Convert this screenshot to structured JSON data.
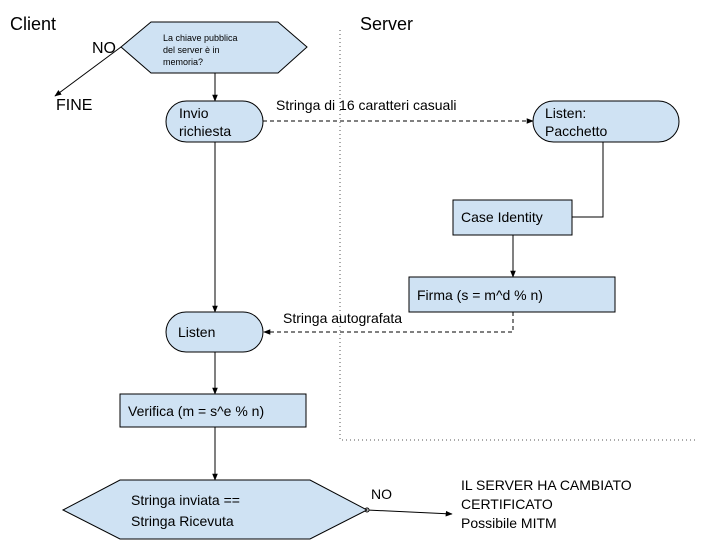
{
  "lanes": {
    "client": "Client",
    "server": "Server"
  },
  "nodes": {
    "decision_key": [
      "La chiave pubblica",
      "del server è in",
      "memoria?"
    ],
    "no_top": "NO",
    "fine": "FINE",
    "send_request": [
      "Invio",
      "richiesta"
    ],
    "server_listen": [
      "Listen:",
      "Pacchetto"
    ],
    "case_identity": "Case Identity",
    "sign": "Firma (s = m^d % n)",
    "client_listen": "Listen",
    "verify": "Verifica (m = s^e % n)",
    "compare": [
      "Stringa inviata ==",
      "Stringa Ricevuta"
    ],
    "no_bottom": "NO",
    "result": [
      "IL SERVER HA CAMBIATO",
      "CERTIFICATO",
      "Possibile MITM"
    ]
  },
  "edges": {
    "random_string": "Stringa di 16 caratteri casuali",
    "signed_string": "Stringa autografata"
  },
  "colors": {
    "shape_fill": "#cfe2f3",
    "stroke": "#000000"
  }
}
